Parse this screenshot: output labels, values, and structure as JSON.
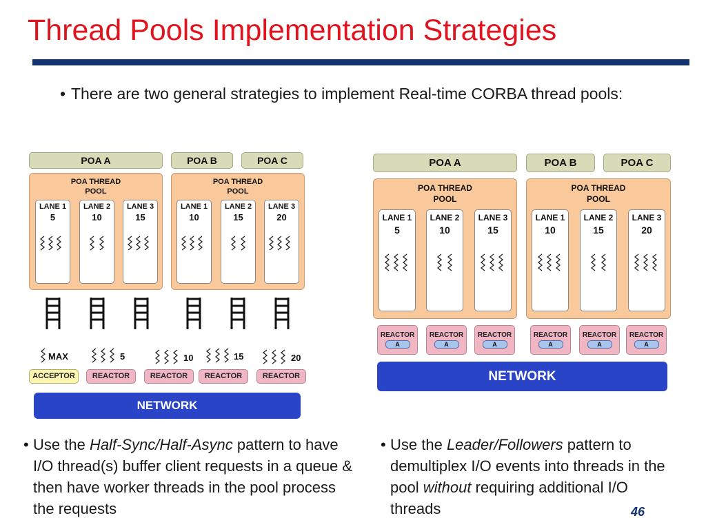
{
  "slide": {
    "title": "Thread Pools Implementation Strategies",
    "intro": "There are two general strategies to implement Real-time CORBA thread pools:",
    "page_number": "46",
    "bullet_left": {
      "pre": "Use the ",
      "em": "Half-Sync/Half-Async",
      "post": " pattern to have I/O thread(s) buffer client requests in a queue & then have worker threads in the pool process the requests"
    },
    "bullet_right": {
      "pre": "Use the ",
      "em": "Leader/Followers",
      "mid": " pattern to demultiplex I/O events into threads in the pool ",
      "em2": "without",
      "post": " requiring additional I/O threads"
    }
  },
  "left_diagram": {
    "poas": [
      "POA A",
      "POA B",
      "POA C"
    ],
    "pool_title": "POA THREAD POOL",
    "pools": [
      {
        "lanes": [
          {
            "name": "LANE 1",
            "value": "5"
          },
          {
            "name": "LANE 2",
            "value": "10"
          },
          {
            "name": "LANE 3",
            "value": "15"
          }
        ]
      },
      {
        "lanes": [
          {
            "name": "LANE 1",
            "value": "10"
          },
          {
            "name": "LANE 2",
            "value": "15"
          },
          {
            "name": "LANE 3",
            "value": "20"
          }
        ]
      }
    ],
    "io_threads": [
      "MAX",
      "5",
      "10",
      "15",
      "20"
    ],
    "io_boxes": [
      "ACCEPTOR",
      "REACTOR",
      "REACTOR",
      "REACTOR",
      "REACTOR"
    ],
    "network": "NETWORK"
  },
  "right_diagram": {
    "poas": [
      "POA A",
      "POA B",
      "POA C"
    ],
    "pool_title": "POA THREAD POOL",
    "pools": [
      {
        "lanes": [
          {
            "name": "LANE 1",
            "value": "5"
          },
          {
            "name": "LANE 2",
            "value": "10"
          },
          {
            "name": "LANE 3",
            "value": "15"
          }
        ]
      },
      {
        "lanes": [
          {
            "name": "LANE 1",
            "value": "10"
          },
          {
            "name": "LANE 2",
            "value": "15"
          },
          {
            "name": "LANE 3",
            "value": "20"
          }
        ]
      }
    ],
    "reactor_label": "REACTOR",
    "reactor_tag": "A",
    "network": "NETWORK"
  },
  "colors": {
    "title": "#e0141e",
    "rule": "#13336e",
    "poa": "#d8dbb8",
    "pool": "#f9c99b",
    "reactor": "#f0b6c3",
    "acceptor": "#fdf6b0",
    "network": "#2a44c8"
  },
  "icons": [
    "thread-squiggle-icon",
    "queue-ladder-icon"
  ]
}
